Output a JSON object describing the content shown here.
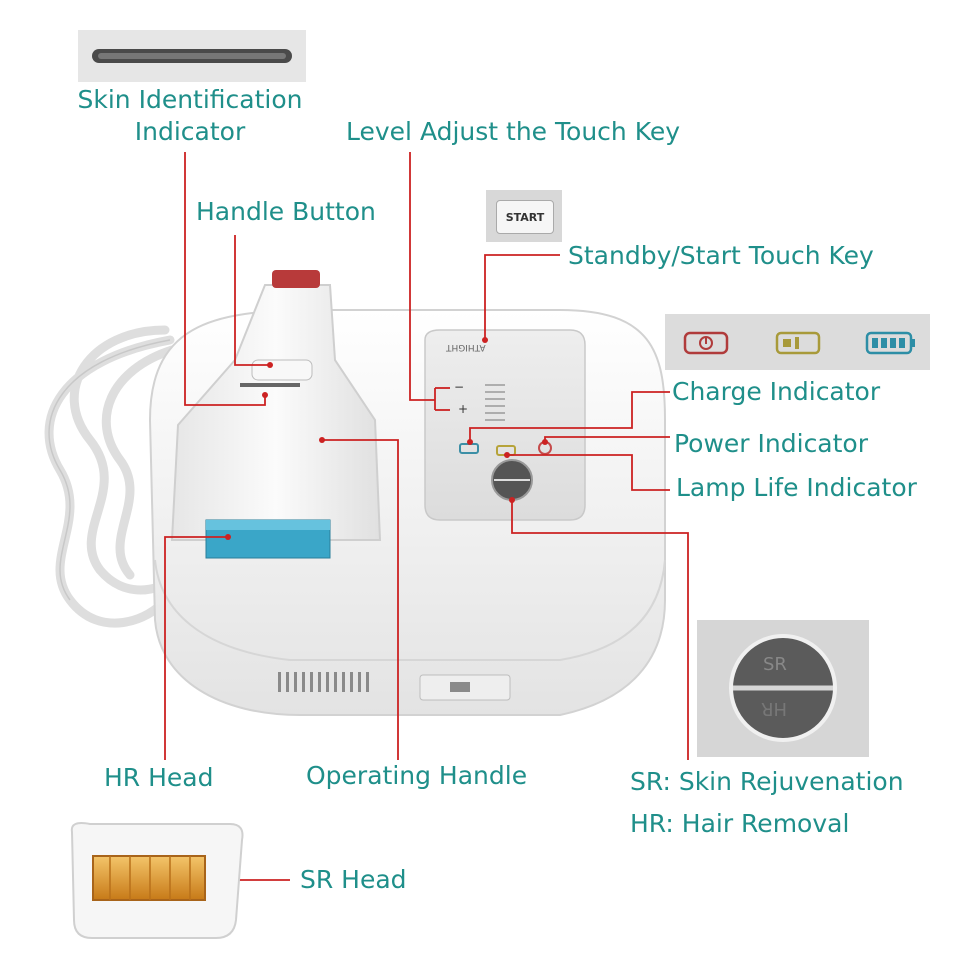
{
  "labels": {
    "skin_identification": [
      "Skin Identification",
      "Indicator"
    ],
    "level_adjust": "Level Adjust the Touch Key",
    "handle_button": "Handle Button",
    "standby_start": "Standby/Start Touch Key",
    "charge_indicator": "Charge Indicator",
    "power_indicator": "Power Indicator",
    "lamp_life_indicator": "Lamp Life Indicator",
    "hr_head": "HR Head",
    "operating_handle": "Operating Handle",
    "sr_hr_legend": [
      "SR: Skin Rejuvenation",
      "HR: Hair Removal"
    ],
    "sr_head": "SR Head"
  },
  "device_text": {
    "start_key": "START",
    "brand": "ATHIGHT",
    "sr_mark": "SR",
    "hr_mark": "HR",
    "level_minus": "−",
    "level_plus": "+"
  },
  "colors": {
    "label_text": "#1f8f8a",
    "leader_line": "#cc2222",
    "device_body": "#f2f2f2",
    "hr_window": "#3aa6c8",
    "sr_window": "#e8a43a"
  }
}
